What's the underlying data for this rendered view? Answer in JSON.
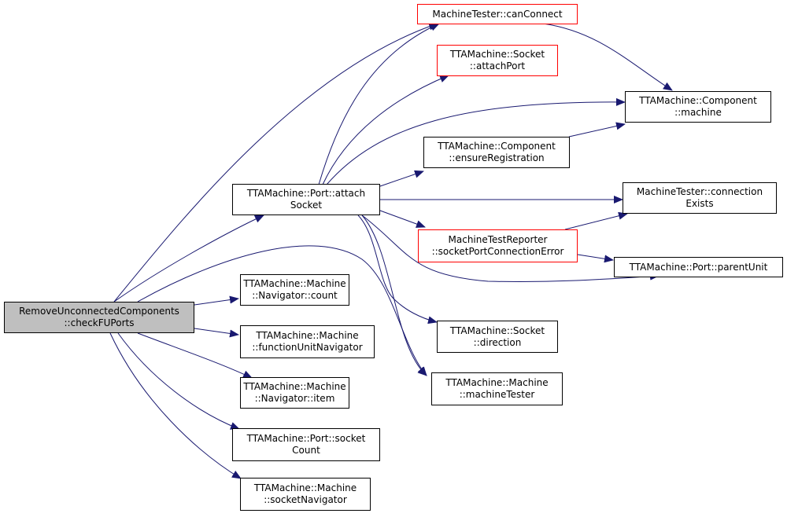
{
  "graph": {
    "edge_color": "#191970",
    "nodes": {
      "root": {
        "line1": "RemoveUnconnectedComponents",
        "line2": "::checkFUPorts"
      },
      "attachSocket": {
        "line1": "TTAMachine::Port::attach",
        "line2": "Socket"
      },
      "navCount": {
        "line1": "TTAMachine::Machine",
        "line2": "::Navigator::count"
      },
      "funcUnitNav": {
        "line1": "TTAMachine::Machine",
        "line2": "::functionUnitNavigator"
      },
      "navItem": {
        "line1": "TTAMachine::Machine",
        "line2": "::Navigator::item"
      },
      "socketCount": {
        "line1": "TTAMachine::Port::socket",
        "line2": "Count"
      },
      "socketNav": {
        "line1": "TTAMachine::Machine",
        "line2": "::socketNavigator"
      },
      "canConnect": {
        "line1": "MachineTester::canConnect",
        "line2": ""
      },
      "attachPort": {
        "line1": "TTAMachine::Socket",
        "line2": "::attachPort"
      },
      "ensureReg": {
        "line1": "TTAMachine::Component",
        "line2": "::ensureRegistration"
      },
      "spcError": {
        "line1": "MachineTestReporter",
        "line2": "::socketPortConnectionError"
      },
      "direction": {
        "line1": "TTAMachine::Socket",
        "line2": "::direction"
      },
      "machineTester": {
        "line1": "TTAMachine::Machine",
        "line2": "::machineTester"
      },
      "compMachine": {
        "line1": "TTAMachine::Component",
        "line2": "::machine"
      },
      "connExists": {
        "line1": "MachineTester::connection",
        "line2": "Exists"
      },
      "parentUnit": {
        "line1": "TTAMachine::Port::parentUnit",
        "line2": ""
      }
    }
  }
}
